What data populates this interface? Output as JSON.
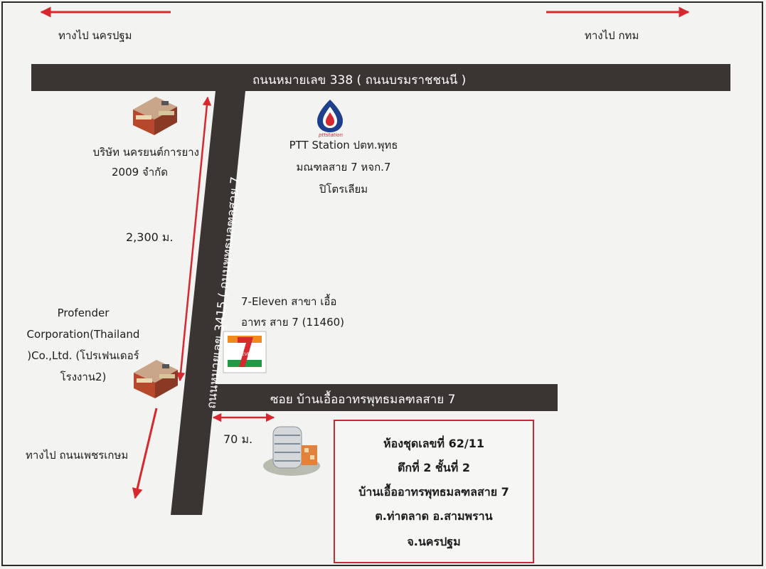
{
  "directions": {
    "left_top": "ทางไป นครปฐม",
    "right_top": "ทางไป กทม",
    "bottom_left": "ทางไป ถนนเพชรเกษม"
  },
  "roads": {
    "main": "ถนนหมายเลข 338 ( ถนนบรมราชชนนี )",
    "vertical": "ถนนหมายเลข 3415 ( ถนนพุทธมลฑลสาย 7",
    "soi": "ซอย บ้านเอื้ออาทรพุทธมลฑลสาย 7"
  },
  "distances": {
    "vertical": "2,300 ม.",
    "soi": "70 ม."
  },
  "landmarks": {
    "company1": [
      "บริษัท นครยนต์การยาง",
      "2009 จำกัด"
    ],
    "ptt": [
      "PTT Station ปตท.พุทธ",
      "มณฑลสาย 7 หจก.7",
      "ปิโตรเลียม"
    ],
    "ptt_logo_text": "pttstation",
    "seven": [
      "7-Eleven สาขา เอื้อ",
      "อาทร สาย 7 (11460)"
    ],
    "seven_logo_text": "ELEVEn",
    "profender": [
      "Profender",
      "Corporation(Thailand",
      ")Co.,Ltd. (โปรเฟนเดอร์",
      "โรงงาน2)"
    ]
  },
  "address": [
    "ห้องชุดเลขที่ 62/11",
    "ตึกที่ 2 ชั้นที่ 2",
    "บ้านเอื้ออาทรพุทธมลฑลสาย 7",
    "ต.ท่าตลาด อ.สามพราน",
    "จ.นครปฐม"
  ],
  "colors": {
    "road": "#3a3532",
    "arrow": "#d6282e",
    "box_border": "#c8282e"
  }
}
